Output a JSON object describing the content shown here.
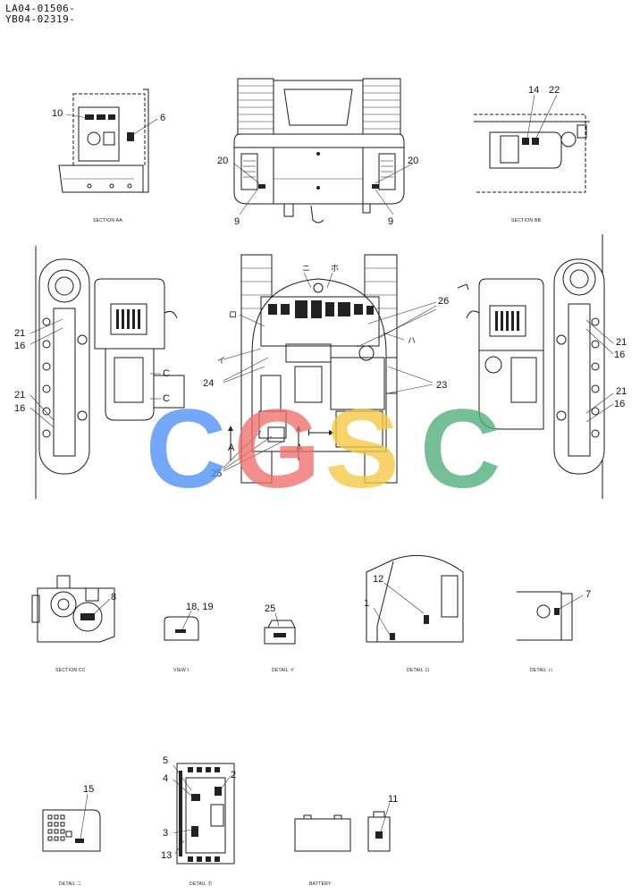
{
  "header": {
    "serial_1": "LA04-01506-",
    "serial_2": "YB04-02319-"
  },
  "captions": {
    "section_aa": "SECTION AA",
    "section_bb": "SECTION BB",
    "section_cc": "SECTION CC",
    "view_i": "VIEW I",
    "detail_i": "DETAIL イ",
    "detail_ro": "DETAIL ロ",
    "detail_ha": "DETAIL ハ",
    "detail_ni": "DETAIL ニ",
    "detail_ho": "DETAIL ホ",
    "battery": "BATTERY"
  },
  "callouts": {
    "n10": "10",
    "n6": "6",
    "n14": "14",
    "n22": "22",
    "n20a": "20",
    "n20b": "20",
    "n9a": "9",
    "n9b": "9",
    "n21a": "21",
    "n16a": "16",
    "n21b": "21",
    "n16b": "16",
    "n21c": "21",
    "n16c": "16",
    "n21d": "21",
    "n16d": "16",
    "n26": "26",
    "n24": "24",
    "n23": "23",
    "n25": "25",
    "n8": "8",
    "n18_19": "18, 19",
    "n25b": "25",
    "n12": "12",
    "n1": "1",
    "n7": "7",
    "n15": "15",
    "n5": "5",
    "n4": "4",
    "n2": "2",
    "n3": "3",
    "n13": "13",
    "n11": "11"
  },
  "markers": {
    "ni": "ニ",
    "ho": "ホ",
    "ro": "ロ",
    "i_kana": "イ",
    "ha": "ハ",
    "c1": "C",
    "c2": "C",
    "a1": "A",
    "a2": "A",
    "i_arrow": "I"
  },
  "watermark": {
    "letters": [
      "C",
      "G",
      "S",
      "C"
    ],
    "colors": [
      "#4f8ff7",
      "#ef6f6c",
      "#f5c842",
      "#4fae7a"
    ]
  }
}
